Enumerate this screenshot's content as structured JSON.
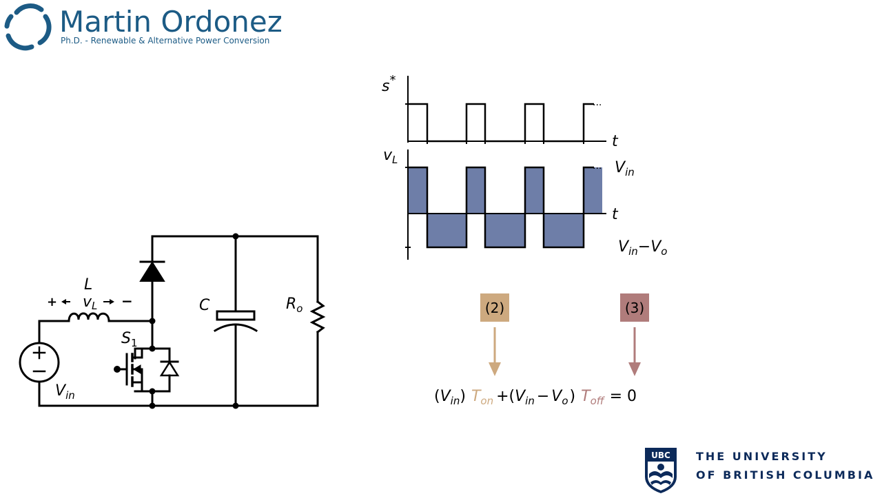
{
  "header": {
    "name": "Martin Ordonez",
    "subtitle": "Ph.D. - Renewable & Alternative Power Conversion"
  },
  "circuit": {
    "inductor_label": "L",
    "inductor_voltage": "vL",
    "inductor_voltage_base": "v",
    "inductor_voltage_sub": "L",
    "plus_sign": "+",
    "minus_sign": "−",
    "switch_label_base": "S",
    "switch_label_sub": "1",
    "capacitor_label": "C",
    "resistor_label_base": "R",
    "resistor_label_sub": "o",
    "source_label_base": "V",
    "source_label_sub": "in"
  },
  "waveforms": {
    "top_label_base": "s",
    "top_label_sup": "*",
    "time_label": "t",
    "bottom_label_base": "v",
    "bottom_label_sub": "L",
    "high_level_base": "V",
    "high_level_sub": "in",
    "low_level_a_base": "V",
    "low_level_a_sub": "in",
    "low_level_dash": "−",
    "low_level_b_base": "V",
    "low_level_b_sub": "o",
    "continuation": "..."
  },
  "annotations": {
    "tag_2": "(2)",
    "tag_3": "(3)",
    "tag_2_color": "#cda97f",
    "tag_3_color": "#b07c7b"
  },
  "equation": {
    "open1": "(",
    "vin_base": "V",
    "vin_sub": "in",
    "close1": ")",
    "ton_base": "T",
    "ton_sub": "on",
    "plus": "+",
    "open2": "(",
    "vin2_base": "V",
    "vin2_sub": "in",
    "minus": "−",
    "vo_base": "V",
    "vo_sub": "o",
    "close2": ")",
    "toff_base": "T",
    "toff_sub": "off",
    "equals": "= 0"
  },
  "footer": {
    "crest_text": "UBC",
    "line1": "THE UNIVERSITY",
    "line2": "OF BRITISH COLUMBIA"
  },
  "colors": {
    "brand_blue": "#1c5b85",
    "fill_area": "#6e7ea8",
    "ubc_navy": "#0c2a5a"
  }
}
